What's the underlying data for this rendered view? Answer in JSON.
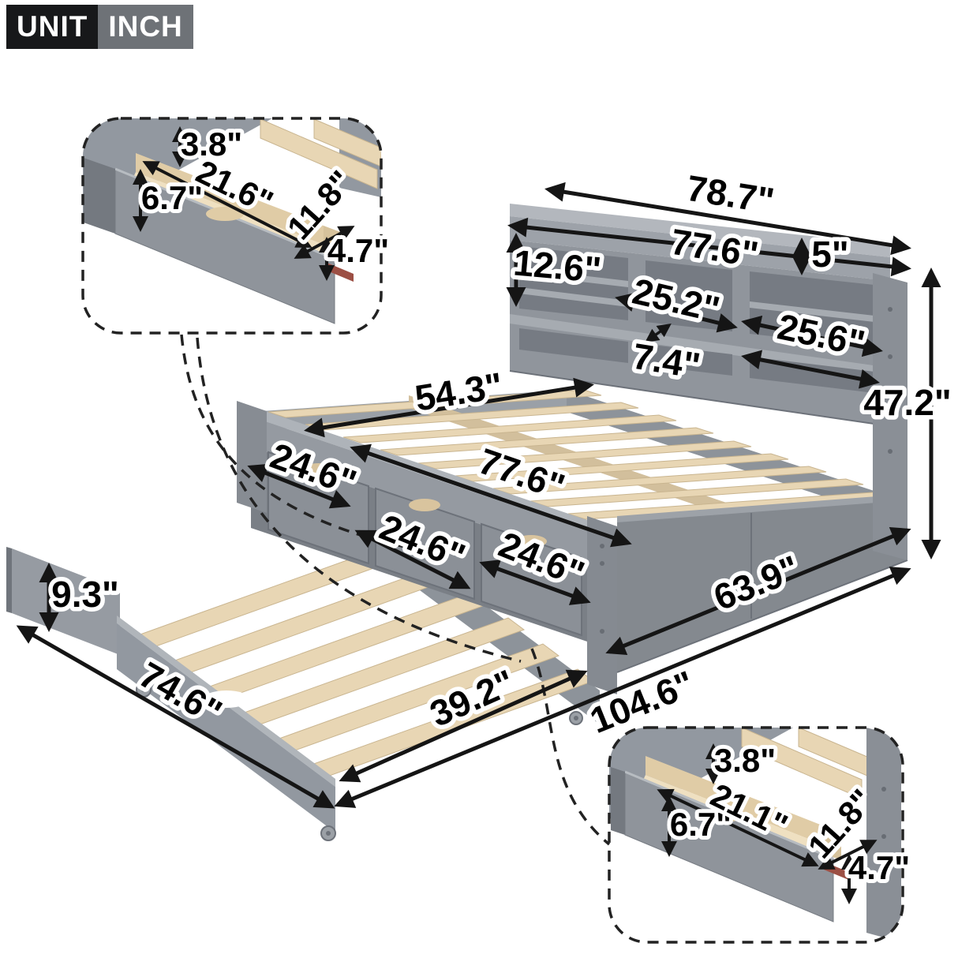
{
  "badge": {
    "unit_label": "UNIT",
    "unit_value": "INCH"
  },
  "colors": {
    "bed_gray": "#8f949b",
    "bed_gray_light": "#b3b7bd",
    "bed_gray_dark": "#6d727a",
    "wood": "#e8d6b4",
    "dimension_line": "#151515",
    "badge_black": "#17181a",
    "badge_gray": "#6e7277"
  },
  "bed": {
    "headboard_width": "78.7\"",
    "shelf_row_width": "77.6\"",
    "top_shelf_height": "5\"",
    "bookcase_opening_height": "12.6\"",
    "center_cubby_width": "25.2\"",
    "divider_depth": "7.4\"",
    "side_cubby_width": "25.6\"",
    "overall_height": "47.2\"",
    "slat_length": "54.3\"",
    "inner_length": "77.6\"",
    "drawer_widths": [
      "24.6\"",
      "24.6\"",
      "24.6\""
    ],
    "side_width": "63.9\"",
    "total_length_with_trundle": "104.6\""
  },
  "trundle": {
    "height": "9.3\"",
    "length": "74.6\"",
    "width": "39.2\""
  },
  "drawer_detail_top_left": {
    "clearance_height": "3.8\"",
    "front_height": "6.7\"",
    "inner_length": "21.6\"",
    "inner_depth": "11.8\"",
    "inner_height": "4.7\""
  },
  "drawer_detail_bottom_right": {
    "clearance_height": "3.8\"",
    "front_height": "6.7\"",
    "inner_length": "21.1\"",
    "inner_depth": "11.8\"",
    "inner_height": "4.7\""
  }
}
